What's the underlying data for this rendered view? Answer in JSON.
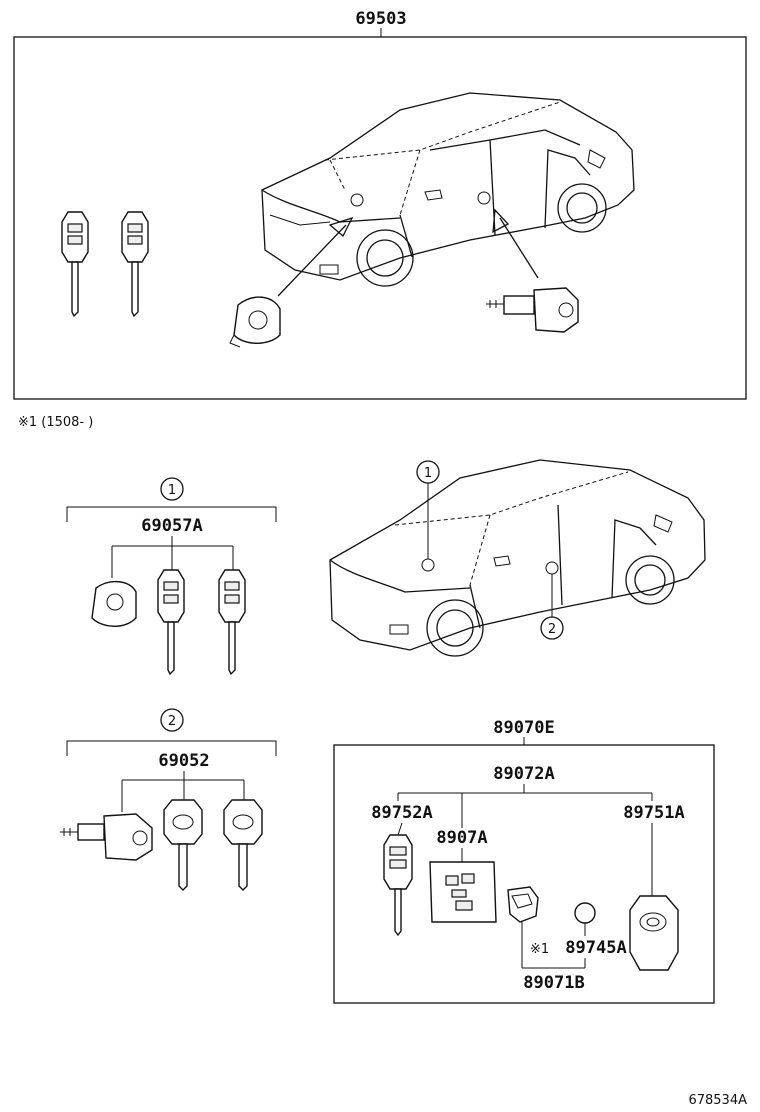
{
  "top_group": {
    "part_number": "69503"
  },
  "note": {
    "text": "※1 (1508-      )"
  },
  "group_1": {
    "index": "1",
    "part_number": "69057A"
  },
  "group_2": {
    "index": "2",
    "part_number": "69052"
  },
  "car_callouts": {
    "c1": "1",
    "c2": "2"
  },
  "transmitter_group": {
    "part_number": "89070E",
    "sub_assembly": "89072A",
    "key_left": "89752A",
    "key_right": "89751A",
    "cover": "8907A",
    "battery_mark": "※1",
    "battery": "89745A",
    "case": "89071B"
  },
  "figure_id": "678534A"
}
